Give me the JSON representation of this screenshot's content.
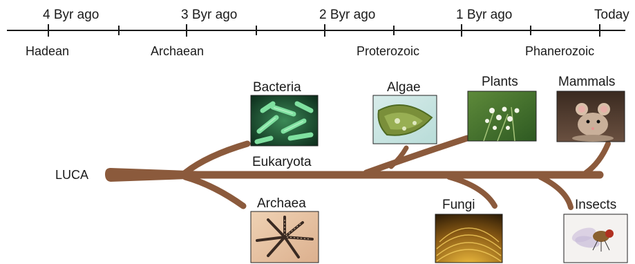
{
  "timeline": {
    "ticks": [
      "4 Byr ago",
      "3 Byr ago",
      "2 Byr ago",
      "1 Byr ago",
      "Today"
    ],
    "eras": [
      "Hadean",
      "Archaean",
      "Proterozoic",
      "Phanerozoic"
    ]
  },
  "tree": {
    "root": "LUCA",
    "eukaryota": "Eukaryota",
    "bacteria": "Bacteria",
    "archaea": "Archaea",
    "algae": "Algae",
    "plants": "Plants",
    "mammals": "Mammals",
    "fungi": "Fungi",
    "insects": "Insects"
  },
  "colors": {
    "branch": "#8b5a3c",
    "axis": "#1a1a1a"
  }
}
